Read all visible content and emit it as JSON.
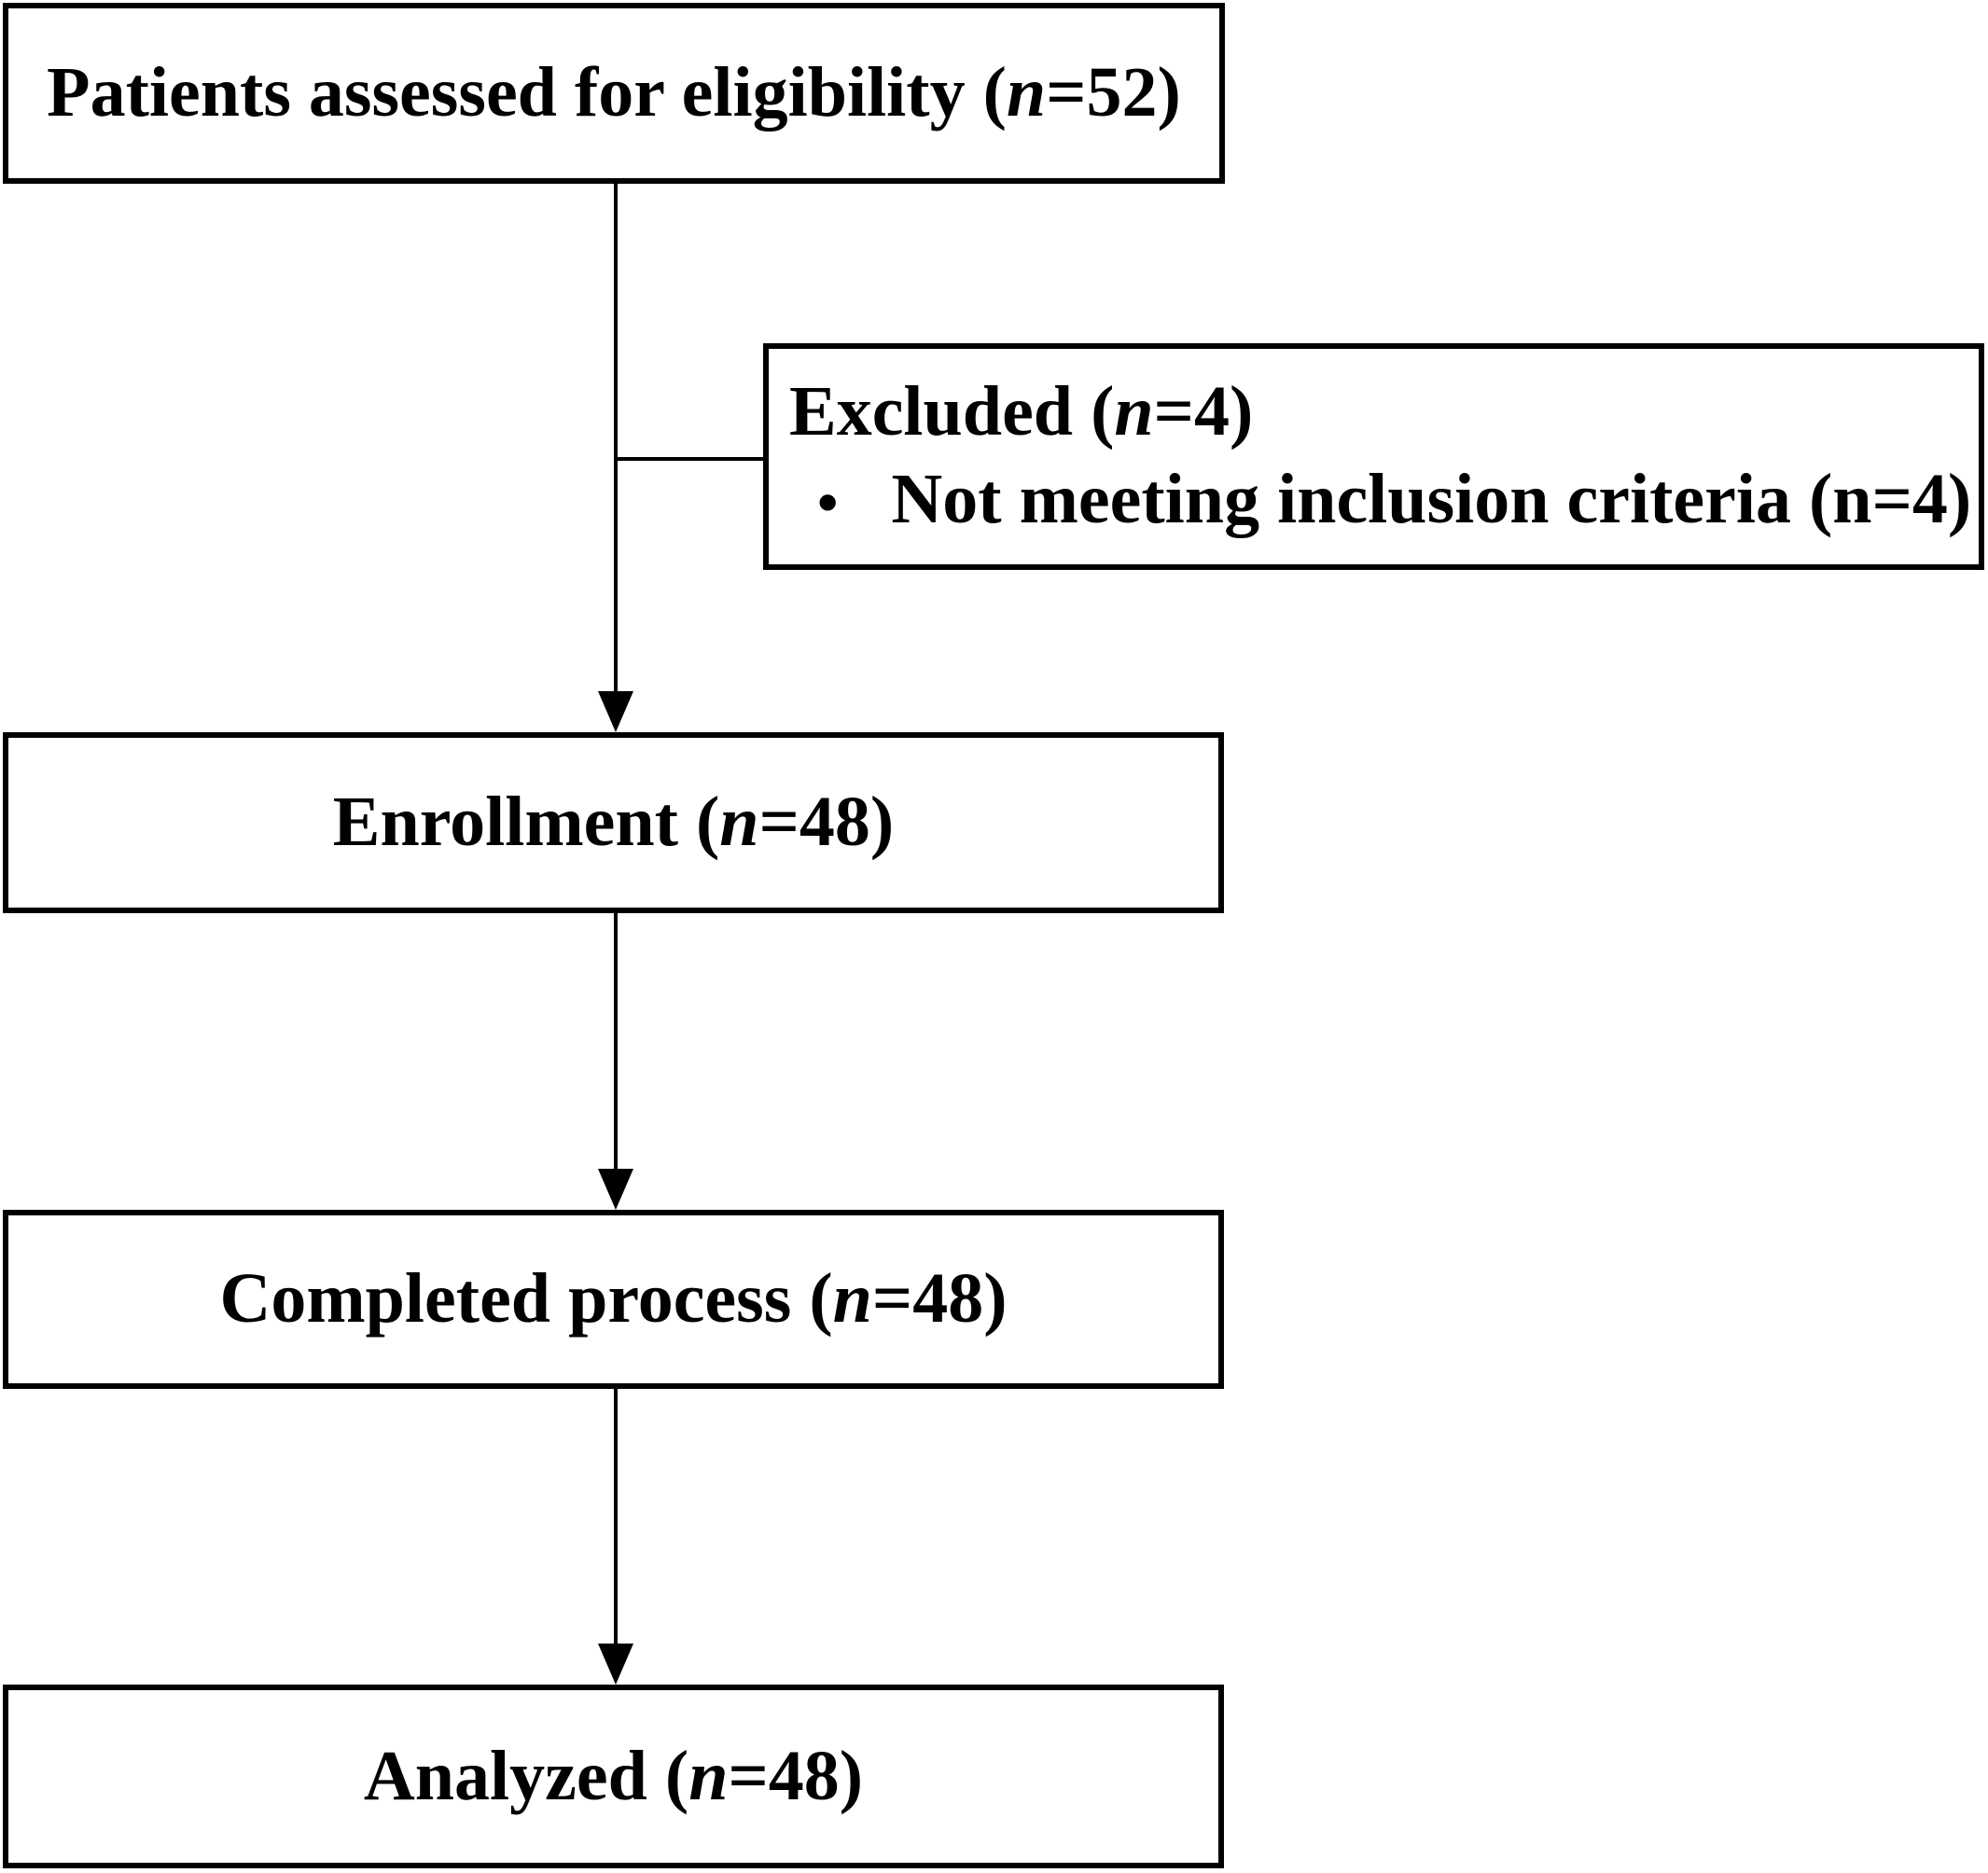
{
  "figure": {
    "type": "patient-flow-diagram",
    "colors": {
      "border": "#000000",
      "background": "#ffffff",
      "text": "#000000"
    }
  },
  "boxes": [
    {
      "id": "eligibility",
      "segments": {
        "pre": "Patients assessed for eligibility (",
        "var": "n",
        "post": "=52)"
      }
    },
    {
      "id": "excluded",
      "segments": {
        "pre": "Excluded (",
        "var": "n",
        "post": "=4)"
      },
      "bullet": {
        "marker": "•",
        "text": "Not meeting inclusion criteria (n=4)"
      }
    },
    {
      "id": "enrollment",
      "segments": {
        "pre": "Enrollment (",
        "var": "n",
        "post": "=48)"
      }
    },
    {
      "id": "completed",
      "segments": {
        "pre": "Completed process (",
        "var": "n",
        "post": "=48)"
      }
    },
    {
      "id": "analyzed",
      "segments": {
        "pre": "Analyzed (",
        "var": "n",
        "post": "=48)"
      }
    }
  ]
}
